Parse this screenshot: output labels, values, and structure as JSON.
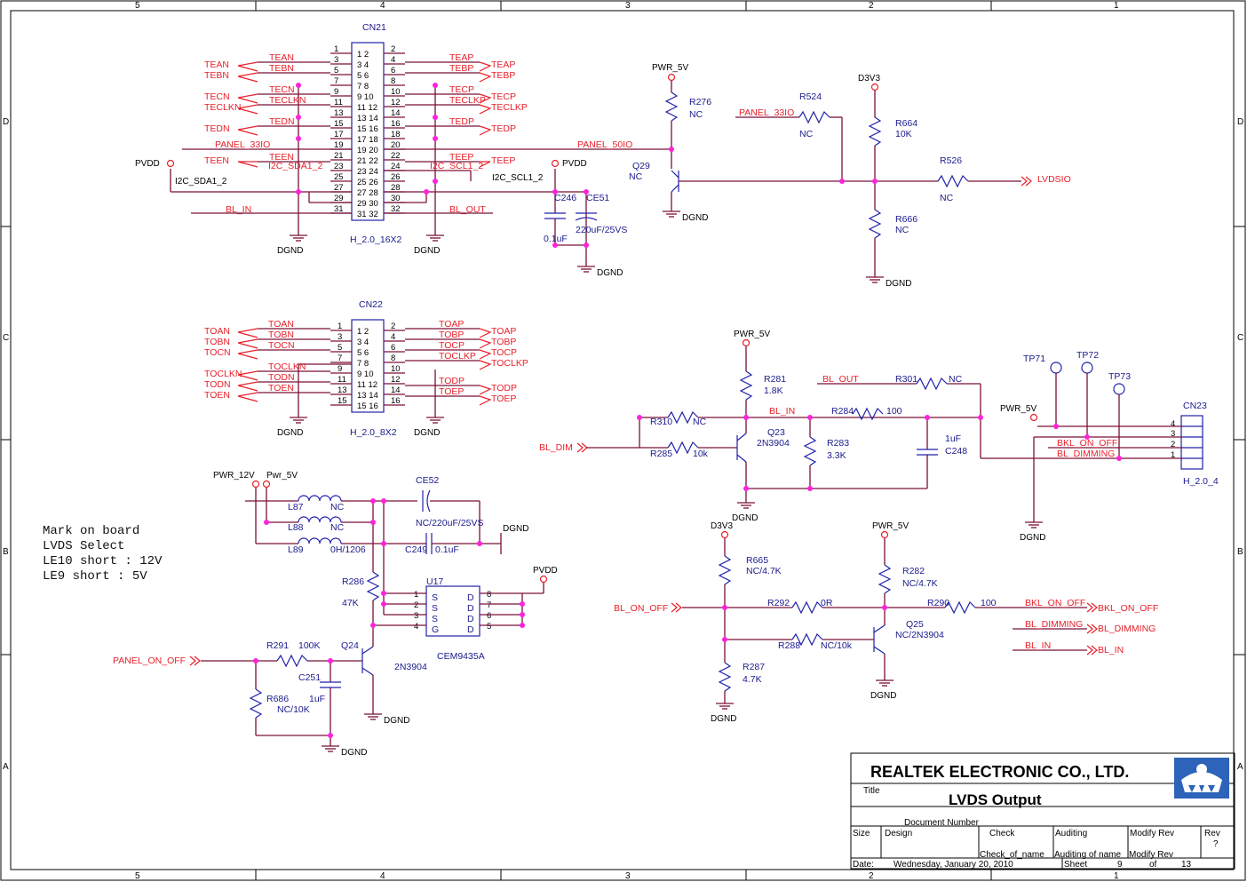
{
  "frame": {
    "cols_top": [
      "5",
      "4",
      "3",
      "2",
      "1"
    ],
    "cols_bottom": [
      "5",
      "4",
      "3",
      "2",
      "1"
    ],
    "rows_left": [
      "D",
      "C",
      "B",
      "A"
    ],
    "rows_right": [
      "D",
      "C",
      "B",
      "A"
    ]
  },
  "note": {
    "lines": [
      "Mark on board",
      "LVDS Select",
      "LE10 short : 12V",
      "LE9 short : 5V"
    ]
  },
  "title_block": {
    "company": "REALTEK ELECTRONIC CO., LTD.",
    "title_label": "Title",
    "title": "LVDS Output",
    "docnum_label": "Document Number",
    "size_label": "Size",
    "design_label": "Design",
    "check_label": "Check",
    "auditing_label": "Auditing",
    "modify_label": "Modify Rev",
    "rev_label": "Rev",
    "rev_value": "?",
    "check_name": "Check_of_name",
    "auditing_name": "Auditing of name",
    "modify_name": "Modify Rev",
    "date_label": "Date:",
    "date": "Wednesday, January 20, 2010",
    "sheet_label": "Sheet",
    "sheet": "9",
    "of_label": "of",
    "total": "13"
  },
  "cn21": {
    "ref": "CN21",
    "part": "H_2.0_16X2",
    "left_nets": [
      "TEAN",
      "TEBN",
      "TECN",
      "TECLKN",
      "TEDN",
      "PANEL_33IO",
      "TEEN",
      "I2C_SDA1_2",
      "BL_IN"
    ],
    "right_nets": [
      "TEAP",
      "TEBP",
      "TECP",
      "TECLKP",
      "TEDP",
      "PANEL_50IO",
      "TEEP",
      "I2C_SCL1_2",
      "BL_OUT"
    ],
    "offpage_left": [
      "TEAN",
      "TEBN",
      "TECN",
      "TECLKN",
      "TEDN",
      "TEEN"
    ],
    "offpage_right": [
      "TEAP",
      "TEBP",
      "TECP",
      "TECLKP",
      "TEDP",
      "TEEP"
    ],
    "ext_left": "I2C_SDA1_2",
    "ext_right": "I2C_SCL1_2",
    "pvdd": "PVDD"
  },
  "cn22": {
    "ref": "CN22",
    "part": "H_2.0_8X2",
    "left_nets": [
      "TOAN",
      "TOBN",
      "TOCN",
      "TOCLKN",
      "TODN",
      "TOEN"
    ],
    "right_nets": [
      "TOAP",
      "TOBP",
      "TOCP",
      "TOCLKP",
      "TODP",
      "TOEP"
    ]
  },
  "caps_top": {
    "c246": "C246",
    "c246_val": "0.1uF",
    "ce51": "CE51",
    "ce51_val": "220uF/25VS"
  },
  "q29": {
    "pwr": "PWR_5V",
    "r276": "R276",
    "r276_val": "NC",
    "ref": "Q29",
    "val": "NC",
    "r524": "R524",
    "r524_val": "NC",
    "panel33": "PANEL_33IO",
    "d3v3": "D3V3",
    "r664": "R664",
    "r664_val": "10K",
    "r526": "R526",
    "r526_val": "NC",
    "lvdsio": "LVDSIO",
    "r666": "R666",
    "r666_val": "NC"
  },
  "q23": {
    "pwr": "PWR_5V",
    "r281": "R281",
    "r281_val": "1.8K",
    "bl_out": "BL_OUT",
    "r301": "R301",
    "r301_val": "NC",
    "bl_in": "BL_IN",
    "r284": "R284",
    "r284_val": "100",
    "r310": "R310",
    "r310_val": "NC",
    "ref": "Q23",
    "val": "2N3904",
    "r283": "R283",
    "r283_val": "3.3K",
    "c248": "C248",
    "c248_val": "1uF",
    "bl_dim": "BL_DIM",
    "r285": "R285",
    "r285_val": "10k"
  },
  "cn23": {
    "ref": "CN23",
    "part": "H_2.0_4",
    "tp71": "TP71",
    "tp72": "TP72",
    "tp73": "TP73",
    "pwr": "PWR_5V",
    "bkl": "BKL_ON_OFF",
    "bld": "BL_DIMMING"
  },
  "power": {
    "pwr12": "PWR_12V",
    "pwr5": "Pwr_5V",
    "l87": "L87",
    "l87_val": "NC",
    "l88": "L88",
    "l88_val": "NC",
    "l89": "L89",
    "l89_val": "0H/1206",
    "ce52": "CE52",
    "ce52_val": "NC/220uF/25VS",
    "c249": "C249",
    "c249_val": "0.1uF",
    "pvdd": "PVDD",
    "r286": "R286",
    "r286_val": "47K",
    "u17": "U17",
    "u17_part": "CEM9435A",
    "r291": "R291",
    "r291_val": "100K",
    "q24": "Q24",
    "q24_val": "2N3904",
    "c251": "C251",
    "c251_val": "1uF",
    "r686": "R686",
    "r686_val": "NC/10K",
    "panel_on_off": "PANEL_ON_OFF"
  },
  "q25": {
    "d3v3": "D3V3",
    "pwr": "PWR_5V",
    "r665": "R665",
    "r665_val": "NC/4.7K",
    "r282": "R282",
    "r282_val": "NC/4.7K",
    "bl_on_off": "BL_ON_OFF",
    "r292": "R292",
    "r292_val": "0R",
    "r290": "R290",
    "r290_val": "100",
    "bkl": "BKL_ON_OFF",
    "bkl_out": "BKL_ON_OFF",
    "bld": "BL_DIMMING",
    "bld_out": "BL_DIMMING",
    "blin": "BL_IN",
    "blin_out": "BL_IN",
    "r288": "R288",
    "r288_val": "NC/10k",
    "ref": "Q25",
    "val": "NC/2N3904",
    "r287": "R287",
    "r287_val": "4.7K"
  },
  "gnd": "DGND"
}
